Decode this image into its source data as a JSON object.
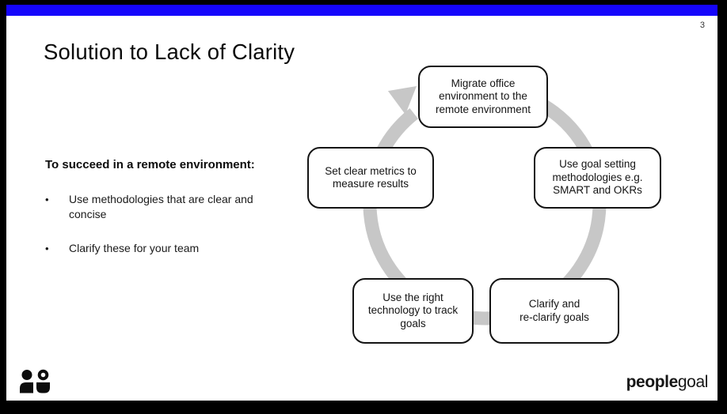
{
  "page": {
    "number": "3"
  },
  "accent": {
    "bar_color": "#1505fb"
  },
  "title": "Solution to Lack of Clarity",
  "left_panel": {
    "heading": "To succeed in a remote environment:",
    "bullet_glyph": "•",
    "bullets": [
      {
        "text": "Use methodologies that are clear and\nconcise"
      },
      {
        "text": "Clarify these for your team"
      }
    ]
  },
  "cycle": {
    "arrow_color": "#c7c7c7",
    "direction": "clockwise",
    "steps": [
      {
        "position": "top",
        "text": "Migrate office\nenvironment to the\nremote environment"
      },
      {
        "position": "right",
        "text": "Use goal setting\nmethodologies e.g.\nSMART and OKRs"
      },
      {
        "position": "bottom-right",
        "text": "Clarify and\nre-clarify goals"
      },
      {
        "position": "bottom-left",
        "text": "Use the right\ntechnology to track\ngoals"
      },
      {
        "position": "left",
        "text": "Set clear metrics to\nmeasure results"
      }
    ]
  },
  "footer": {
    "logo_icon": "people-group-icon",
    "logo_bold": "people",
    "logo_light": "goal"
  }
}
